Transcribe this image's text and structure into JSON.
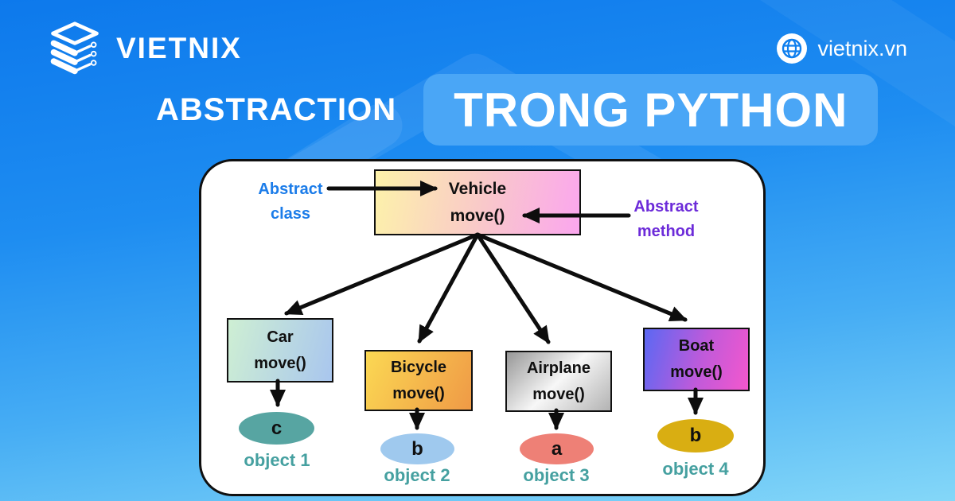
{
  "header": {
    "brand": "VIETNIX",
    "site": "vietnix.vn"
  },
  "title": {
    "lead": "ABSTRACTION",
    "highlight": "TRONG PYTHON"
  },
  "diagram": {
    "root": {
      "name": "Vehicle",
      "method": "move()"
    },
    "left_annotation": {
      "line1": "Abstract",
      "line2": "class"
    },
    "right_annotation": {
      "line1": "Abstract",
      "line2": "method"
    },
    "children": [
      {
        "name": "Car",
        "method": "move()",
        "letter": "c",
        "object_label": "object 1"
      },
      {
        "name": "Bicycle",
        "method": "move()",
        "letter": "b",
        "object_label": "object 2"
      },
      {
        "name": "Airplane",
        "method": "move()",
        "letter": "a",
        "object_label": "object 3"
      },
      {
        "name": "Boat",
        "method": "move()",
        "letter": "b",
        "object_label": "object 4"
      }
    ]
  },
  "colors": {
    "background_top": "#0d79ec",
    "background_bottom": "#84d7f8",
    "title_pill": "#4aa6f6",
    "abstract_class_label": "#1b7ce9",
    "abstract_method_label": "#6c2bd9",
    "object_label_text": "#45a0a0",
    "vehicle_gradient": [
      "#fdf2aa",
      "#faa6ee"
    ],
    "car_gradient": [
      "#ceefd3",
      "#a9c6ee"
    ],
    "bicycle_gradient": [
      "#fbd853",
      "#ef9a46"
    ],
    "airplane_gradient": [
      "#979797",
      "#f7f7f7",
      "#b3b3b3"
    ],
    "boat_gradient": [
      "#5b68f3",
      "#f457cd"
    ],
    "object_1_fill": "#57a5a2",
    "object_2_fill": "#9fc9ee",
    "object_3_fill": "#ee8076",
    "object_4_fill": "#d9ae12",
    "arrow": "#0d0d0d"
  }
}
